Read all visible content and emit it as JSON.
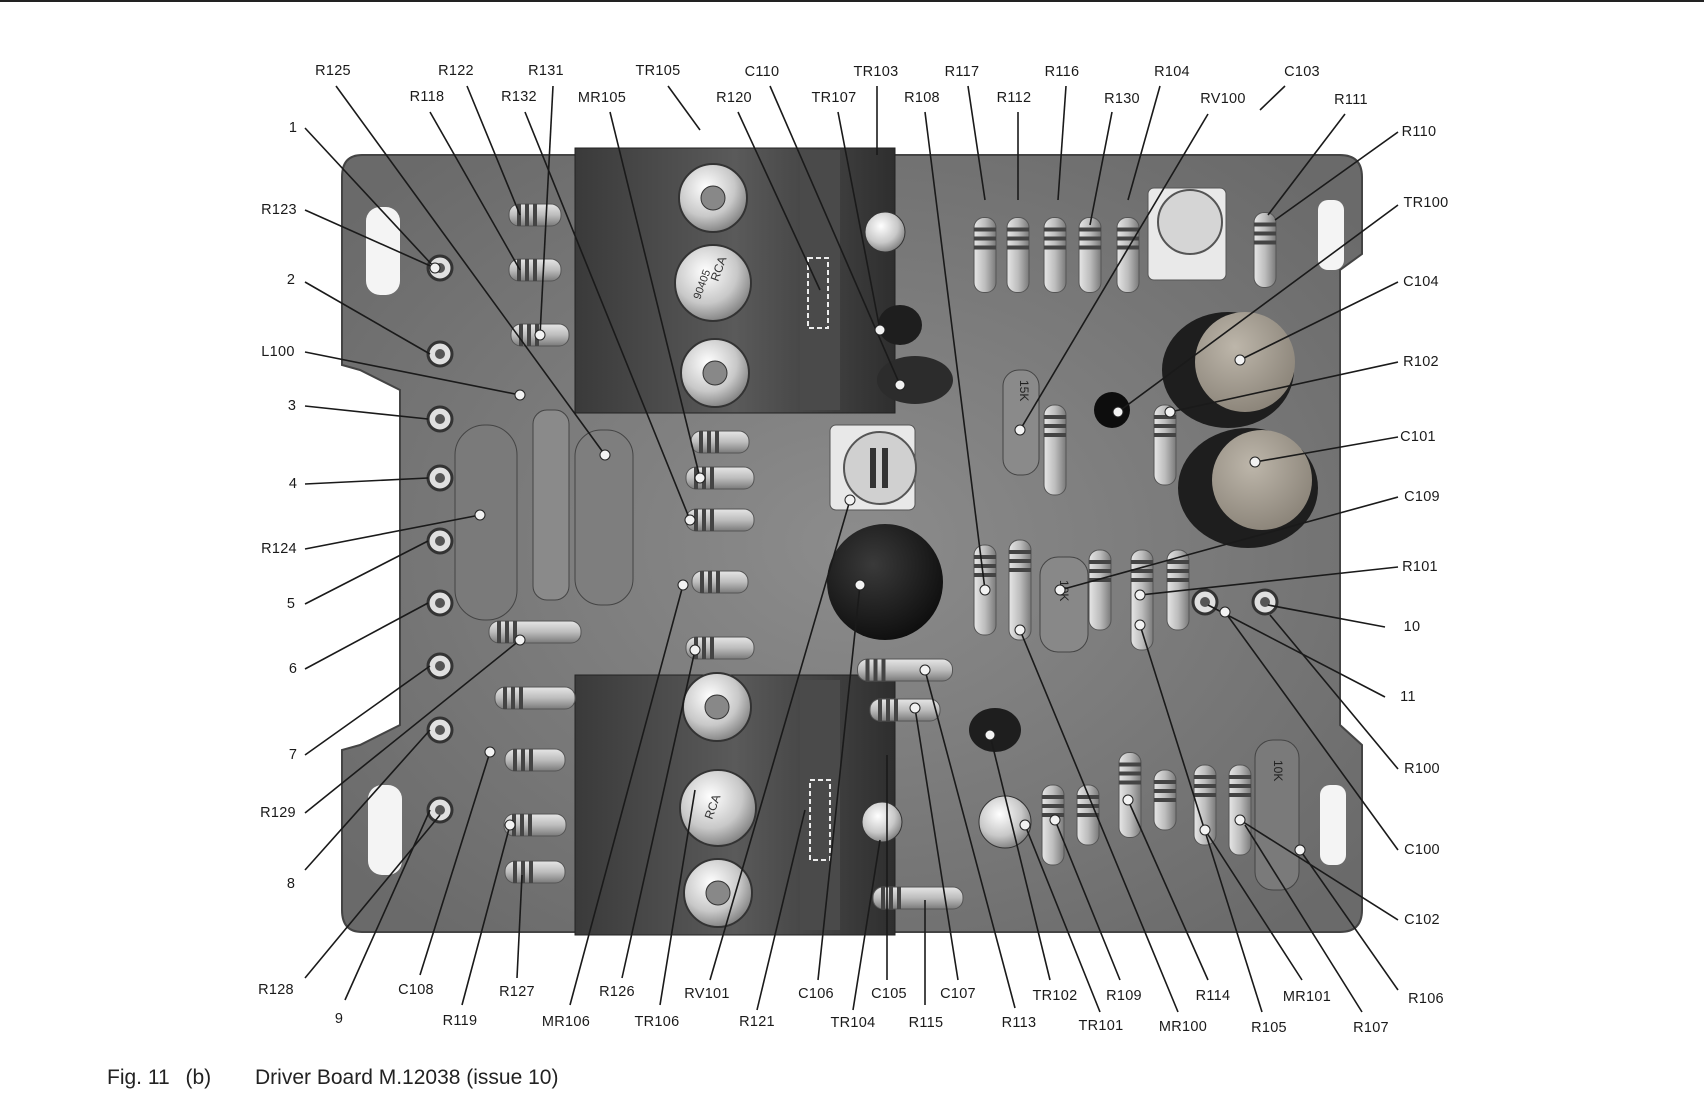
{
  "figure": {
    "caption_number": "Fig. 11",
    "caption_sub": "(b)",
    "caption_title": "Driver Board M.12038 (issue 10)"
  },
  "components": [
    "R125",
    "R122",
    "R131",
    "TR105",
    "C110",
    "TR103",
    "R117",
    "R116",
    "R104",
    "C103",
    "R118",
    "R132",
    "MR105",
    "R120",
    "TR107",
    "R108",
    "R112",
    "R130",
    "RV100",
    "R111",
    "R110",
    "TR100",
    "C104",
    "R102",
    "C101",
    "C109",
    "R101",
    "R100",
    "C100",
    "C102",
    "R106",
    "R123",
    "L100",
    "R124",
    "R129",
    "R128",
    "C108",
    "R119",
    "R127",
    "MR106",
    "R126",
    "TR106",
    "RV101",
    "R121",
    "C106",
    "TR104",
    "C105",
    "R115",
    "C107",
    "R113",
    "TR102",
    "TR101",
    "R109",
    "MR100",
    "R114",
    "R105",
    "MR101",
    "R107"
  ],
  "terminals": [
    "1",
    "2",
    "3",
    "4",
    "5",
    "6",
    "7",
    "8",
    "9",
    "10",
    "11"
  ],
  "markings": {
    "tr105_brand": "RCA",
    "tr105_code": "90405",
    "tr106_brand": "RCA",
    "r_15k": "15K",
    "r_10k": "10K"
  }
}
